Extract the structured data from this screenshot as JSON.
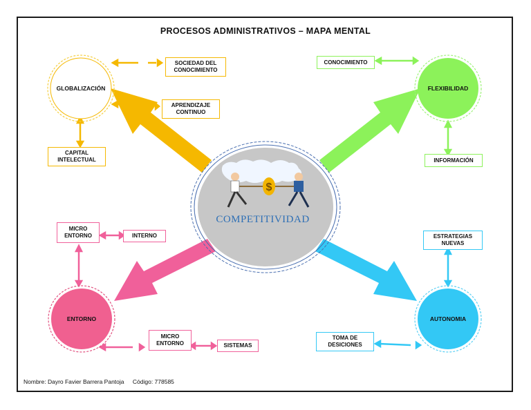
{
  "title": "PROCESOS ADMINISTRATIVOS – MAPA MENTAL",
  "center": {
    "label": "COMPETITIVIDAD"
  },
  "nodes": {
    "globalizacion": {
      "label": "GLOBALIZACIÓN",
      "color": "#f5b800",
      "boxes": {
        "sociedad": "SOCIEDAD DEL CONOCIMIENTO",
        "aprendizaje": "APRENDIZAJE CONTINUO",
        "capital": "CAPITAL INTELECTUAL"
      }
    },
    "flexibilidad": {
      "label": "FLEXIBILIDAD",
      "color": "#8cf25a",
      "boxes": {
        "conocimiento": "CONOCIMIENTO",
        "informacion": "INFORMACIÓN"
      }
    },
    "entorno": {
      "label": "ENTORNO",
      "color": "#f0609a",
      "boxes": {
        "micro_top": "MICRO ENTORNO",
        "interno": "INTERNO",
        "micro_bottom": "MICRO ENTORNO",
        "sistemas": "SISTEMAS"
      }
    },
    "autonomia": {
      "label": "AUTONOMIA",
      "color": "#33c8f5",
      "boxes": {
        "estrategias": "ESTRATEGIAS NUEVAS",
        "toma": "TOMA DE DESICIONES"
      }
    }
  },
  "footer": {
    "name": "Nombre: Dayro Favier Barrera Pantoja",
    "code": "Código: 778585"
  }
}
